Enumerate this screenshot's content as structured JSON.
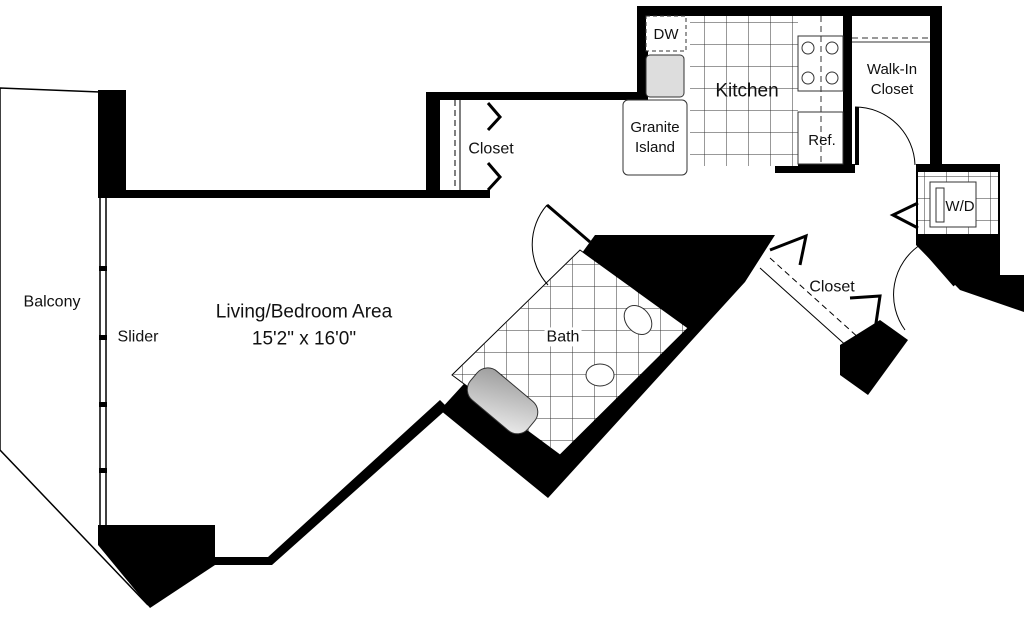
{
  "plan": {
    "rooms": {
      "balcony": "Balcony",
      "slider": "Slider",
      "living": "Living/Bedroom Area",
      "living_dims": "15'2\" x 16'0\"",
      "closet_upper": "Closet",
      "kitchen": "Kitchen",
      "dw": "DW",
      "island_line1": "Granite",
      "island_line2": "Island",
      "ref": "Ref.",
      "walkin_line1": "Walk-In",
      "walkin_line2": "Closet",
      "wd": "W/D",
      "closet_right": "Closet",
      "bath": "Bath"
    },
    "colors": {
      "wall": "#000000",
      "background": "#ffffff",
      "line": "#222222"
    }
  }
}
